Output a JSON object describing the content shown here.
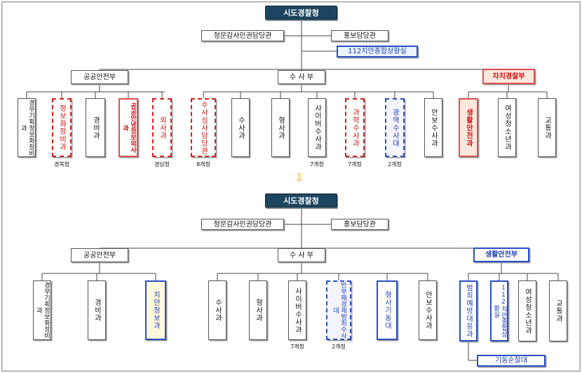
{
  "top": {
    "root": "시도경찰청",
    "staff": [
      "청문감사인권담당관",
      "홍보담당관",
      "112치안종합상황실"
    ],
    "bureaus": [
      "공공안전부",
      "수 사 부",
      "자치경찰부"
    ],
    "units": [
      "경무기획정보화장비과",
      "정보화장비과",
      "경비과",
      "공공안녕정보외사과",
      "외사과",
      "수사심사담당관",
      "수사과",
      "형사과",
      "사이버수사과",
      "과학수사과",
      "광역수사대",
      "안보수사과",
      "생활안전과",
      "여성청소년과",
      "교통과"
    ],
    "captions": [
      "경북청",
      "경남청",
      "8개청",
      "7개청",
      "7개청",
      "2개청"
    ]
  },
  "bottom": {
    "root": "시도경찰청",
    "staff": [
      "청문감사인권담당관",
      "홍보담당관"
    ],
    "bureaus": [
      "공공안전부",
      "수 사 부",
      "생활안전부"
    ],
    "units": [
      "경무기획정보화장비과",
      "경비과",
      "치안정보과",
      "수사과",
      "형사과",
      "사이버수사과",
      "반부패경제범죄수사대",
      "형사기동대",
      "안보수사과",
      "범죄예방대응과",
      "112치안종합상황실",
      "여성청소년과",
      "교통과"
    ],
    "captions": [
      "7개청",
      "2개청"
    ],
    "extra": "기동순찰대"
  },
  "colors": {
    "navy": "#1d4560",
    "red": "#d62020",
    "blue": "#2a4fc2",
    "arrow": "#e7a43c"
  },
  "icons": [
    "down-arrow-icon"
  ]
}
